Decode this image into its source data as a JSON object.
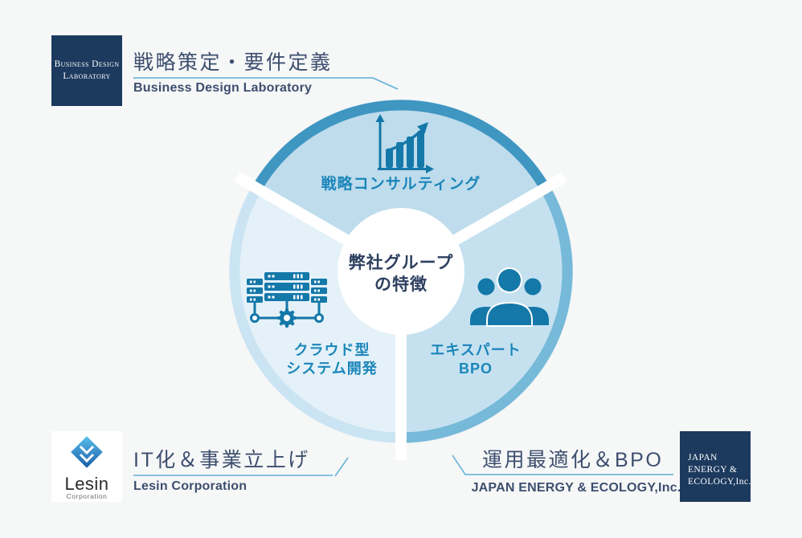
{
  "diagram": {
    "center": {
      "title_line1": "弊社グループ",
      "title_line2": "の特徴"
    },
    "segments": {
      "top": {
        "label": "戦略コンサルティング",
        "fill": "#bedcec",
        "border": "#3e96c1",
        "icon": "growth-chart-icon"
      },
      "left": {
        "label_line1": "クラウド型",
        "label_line2": "システム開発",
        "fill": "#e4f1f9",
        "border": "#cbe4f3",
        "icon": "server-gear-icon"
      },
      "right": {
        "label_line1": "エキスパート",
        "label_line2": "BPO",
        "fill": "#c5e1f0",
        "border": "#76b9d8",
        "icon": "people-icon"
      }
    },
    "icon_color": "#1478a9",
    "label_color": "#1b86ba",
    "gap_color": "#ffffff",
    "center_fill": "#ffffff"
  },
  "corners": {
    "top_left": {
      "title": "戦略策定・要件定義",
      "subtitle": "Business Design Laboratory",
      "logo": {
        "line1": "Business Design",
        "line2": "Laboratory",
        "bg": "#1c3a5e"
      }
    },
    "bottom_left": {
      "title": "IT化＆事業立上げ",
      "subtitle": "Lesin Corporation",
      "logo": {
        "name": "Lesin",
        "sub": "Corporation"
      }
    },
    "bottom_right": {
      "title": "運用最適化＆BPO",
      "subtitle": "JAPAN ENERGY & ECOLOGY,Inc.",
      "logo": {
        "line1": "JAPAN",
        "line2": "ENERGY &",
        "line3": "ECOLOGY,Inc.",
        "bg": "#1c3a5e"
      }
    }
  },
  "colors": {
    "background": "#f6f7f7",
    "title_text": "#3d4f6f",
    "leader_line": "#72b9dc",
    "center_text": "#2e4060",
    "navy": "#1c3a5e"
  }
}
